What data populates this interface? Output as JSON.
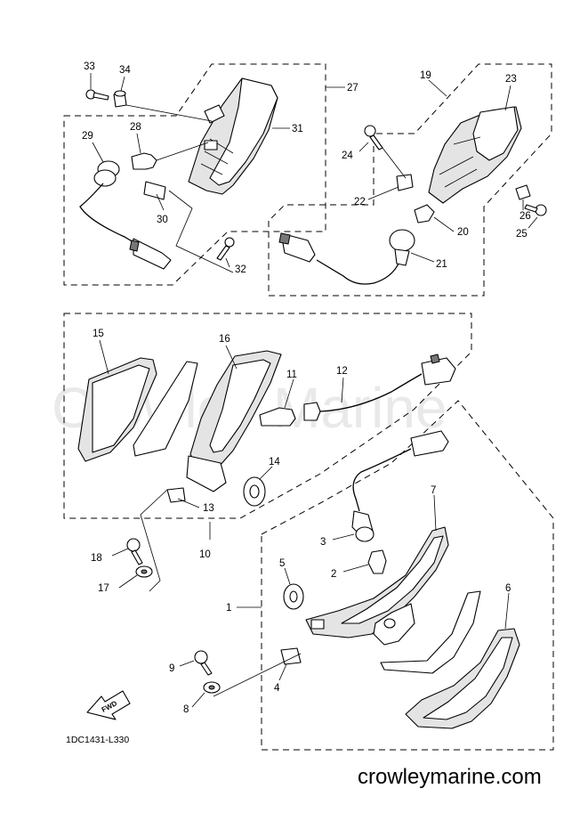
{
  "watermark": "Crowley Marine",
  "footer_url": "crowleymarine.com",
  "diagram_code": "1DC1431-L330",
  "fwd_label": "FWD",
  "callouts": {
    "c1": "1",
    "c2": "2",
    "c3": "3",
    "c4": "4",
    "c5": "5",
    "c6": "6",
    "c7": "7",
    "c8": "8",
    "c9": "9",
    "c10": "10",
    "c11": "11",
    "c12": "12",
    "c13": "13",
    "c14": "14",
    "c15": "15",
    "c16": "16",
    "c17": "17",
    "c18": "18",
    "c19": "19",
    "c20": "20",
    "c21": "21",
    "c22": "22",
    "c23": "23",
    "c24": "24",
    "c25": "25",
    "c26": "26",
    "c27": "27",
    "c28": "28",
    "c29": "29",
    "c30": "30",
    "c31": "31",
    "c32": "32",
    "c33": "33",
    "c34": "34"
  }
}
